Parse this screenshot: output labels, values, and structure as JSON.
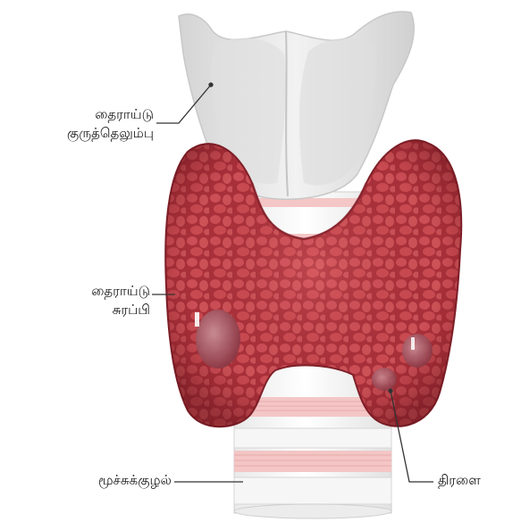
{
  "labels": {
    "cartilage": [
      "தைராய்டு",
      "குருத்தெலும்பு"
    ],
    "gland": [
      "தைராய்டு",
      "சுரப்பி"
    ],
    "trachea": "மூச்சுக்குழல்",
    "nodule": "திரளை"
  },
  "colors": {
    "gland": "#a8303a",
    "gland_dark": "#7e1f28",
    "lobule": "#d2545a",
    "cartilage": "#e3e3e3",
    "ring_pink": "#f4c6c6",
    "leader_line": "#333333"
  }
}
